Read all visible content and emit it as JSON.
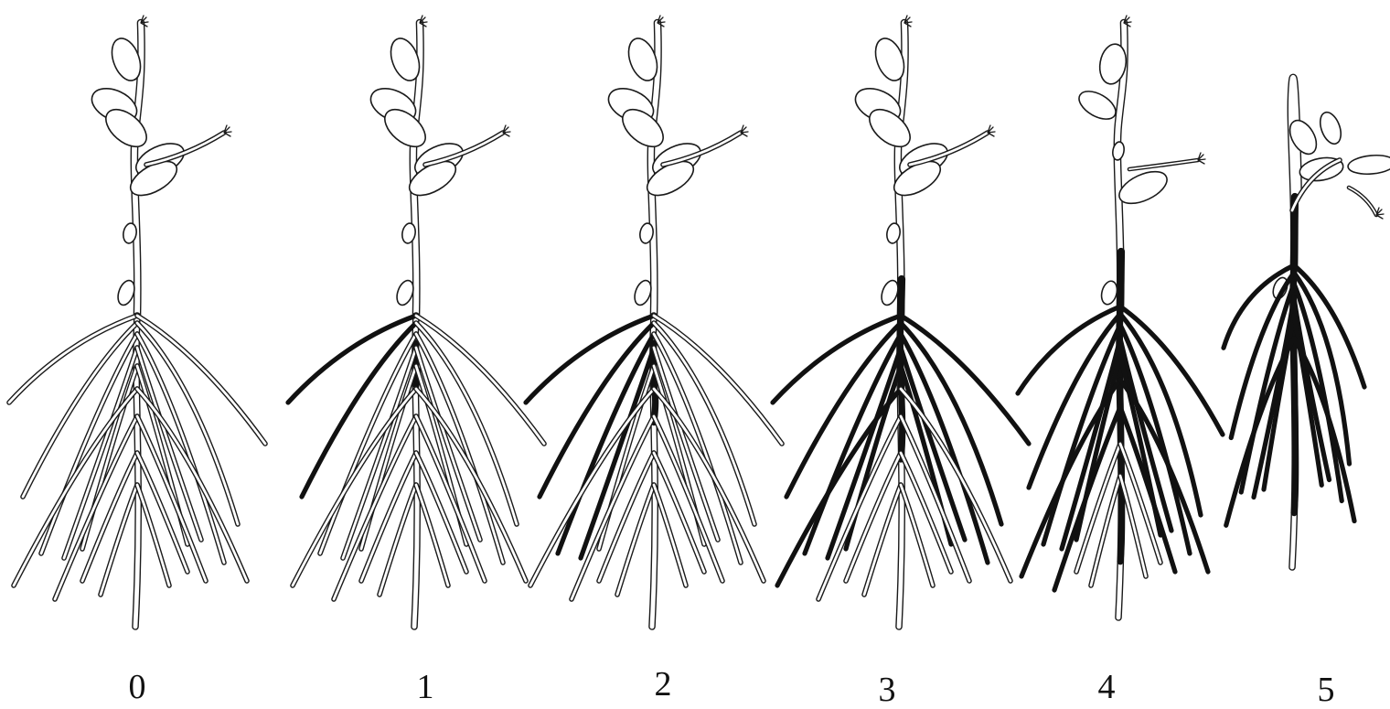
{
  "figure": {
    "stages": [
      {
        "label": "0",
        "severity": 0.0,
        "leaves": "full"
      },
      {
        "label": "1",
        "severity": 0.2,
        "leaves": "full"
      },
      {
        "label": "2",
        "severity": 0.4,
        "leaves": "full"
      },
      {
        "label": "3",
        "severity": 0.6,
        "leaves": "full"
      },
      {
        "label": "4",
        "severity": 0.8,
        "leaves": "reduced"
      },
      {
        "label": "5",
        "severity": 1.0,
        "leaves": "wilted"
      }
    ],
    "colors": {
      "outline": "#1a1a1a",
      "healthy_fill": "#ffffff",
      "diseased_fill": "#111111",
      "background": "#ffffff"
    }
  }
}
